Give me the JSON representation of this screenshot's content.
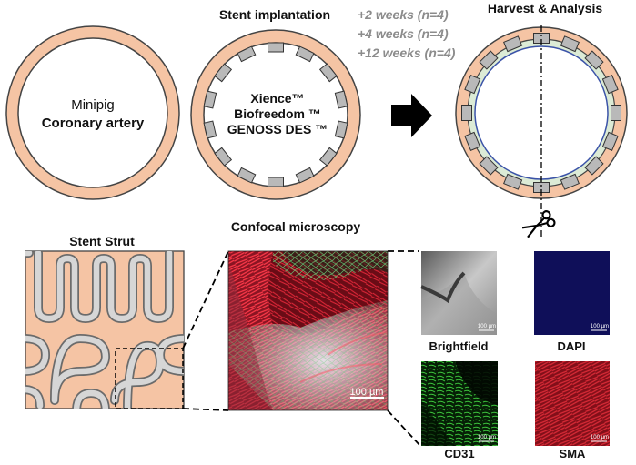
{
  "colors": {
    "tissue": "#f5c4a4",
    "tissue_stroke": "#444444",
    "strut": "#b9b9b9",
    "neointima": "#dcebd6",
    "endothelium": "#3b53a8",
    "grey_text": "#8c8c8c"
  },
  "panels": {
    "artery": {
      "line1": "Minipig",
      "line2": "Coronary artery"
    },
    "implant": {
      "title": "Stent implantation",
      "stents": [
        "Xience™",
        "Biofreedom ™",
        "GENOSS DES ™"
      ]
    },
    "timepoints": [
      "+2 weeks (n=4)",
      "+4 weeks (n=4)",
      "+12 weeks (n=4)"
    ],
    "harvest": {
      "title": "Harvest & Analysis"
    },
    "arrow_icon": "right-arrow-icon",
    "scissors_icon": "scissors-icon"
  },
  "strut": {
    "title": "Stent Strut"
  },
  "confocal": {
    "title": "Confocal microscopy",
    "scale_bar": "100 µm"
  },
  "channels": [
    {
      "label": "Brightfield",
      "scale": "100 µm"
    },
    {
      "label": "DAPI",
      "scale": "100 µm"
    },
    {
      "label": "CD31",
      "scale": "100 µm"
    },
    {
      "label": "SMA",
      "scale": "100 µm"
    }
  ]
}
